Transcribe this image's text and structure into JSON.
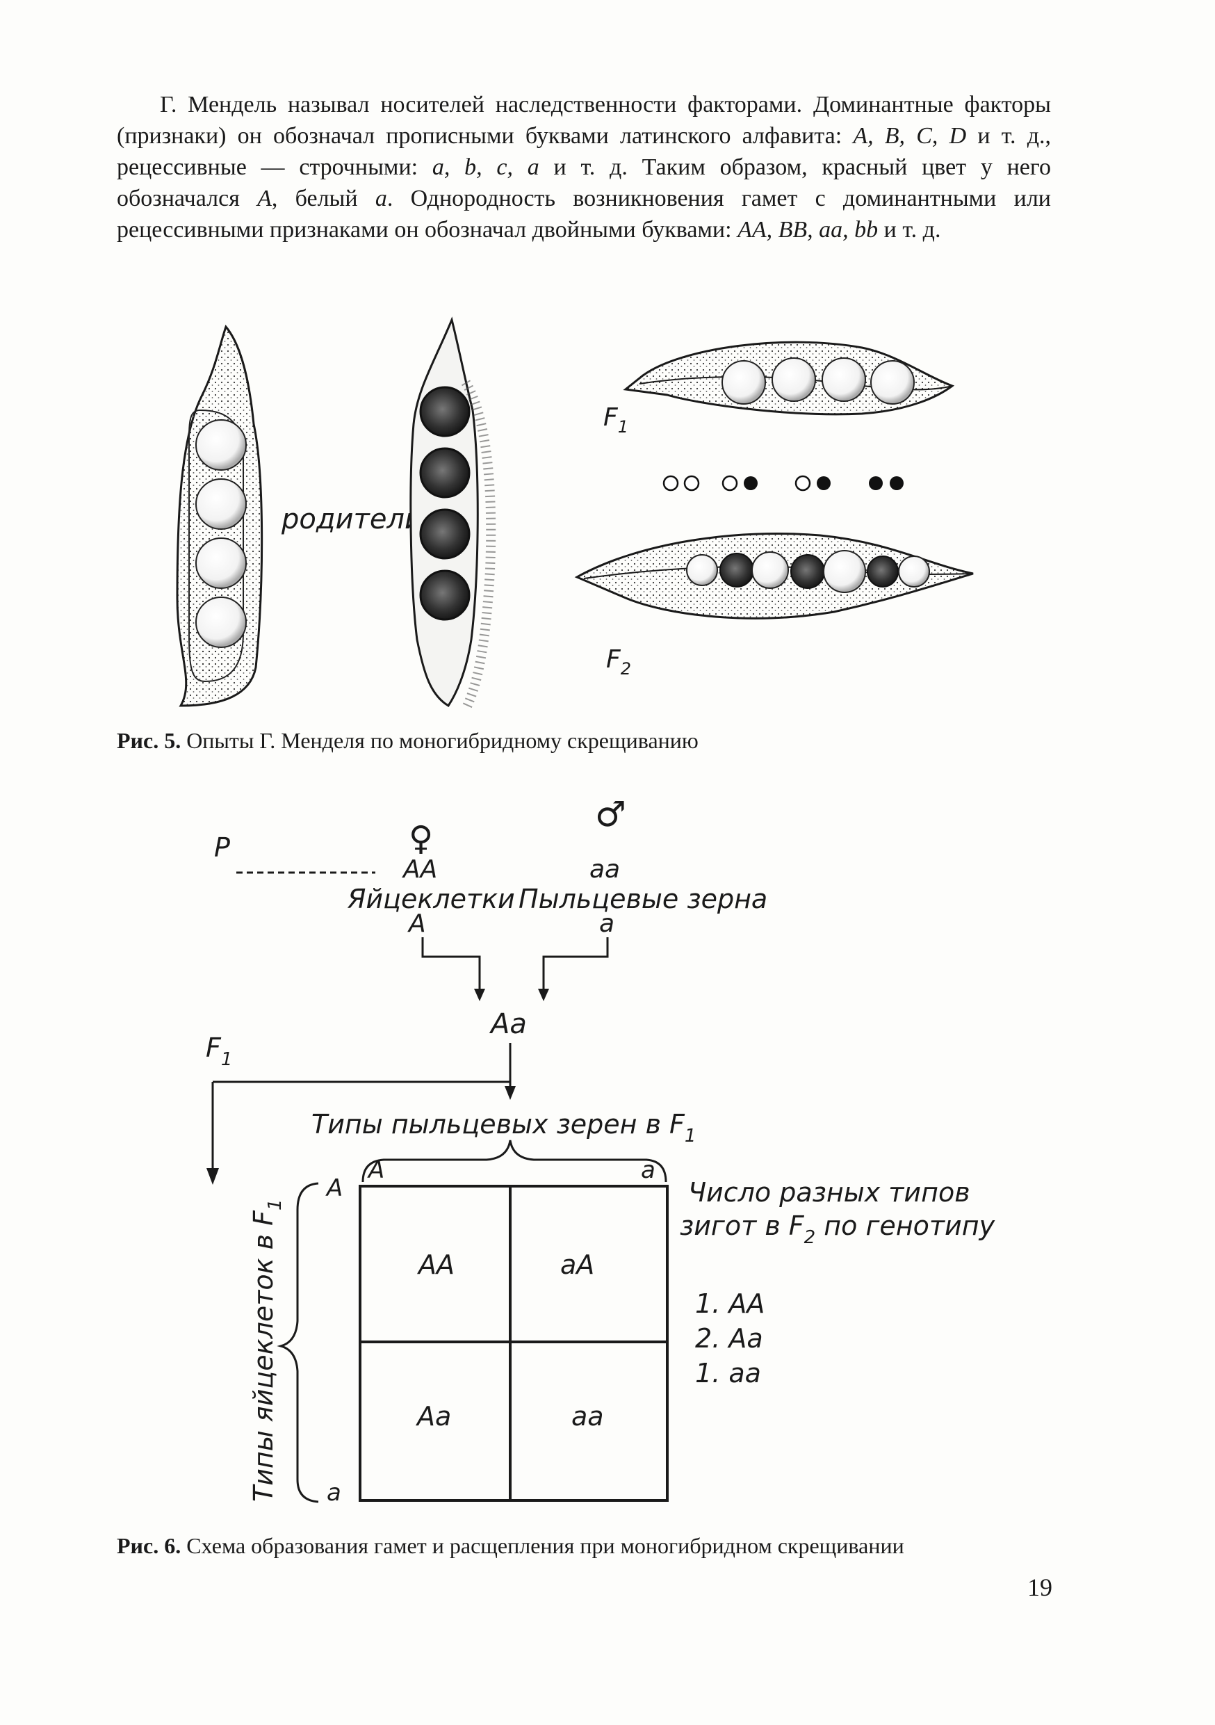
{
  "paragraph": {
    "s1": "Г. Мендель называл носителей наследственности факторами. Доминантные факторы (признаки) он обозначал прописными буквами латинского алфавита: ",
    "caps": "A, B, C, D",
    "s2": " и т. д., рецессивные — строчными: ",
    "lows": "a, b, c, a",
    "s3": " и т. д. Таким образом, красный цвет у него обозначался ",
    "red": "A",
    "s4": ", белый ",
    "white": "a",
    "s5": ". Однородность возникновения гамет с доминантными или рецессивными признаками он обозначал двойными буквами: ",
    "doubles": "AA, BB, aa, bb",
    "s6": " и т. д."
  },
  "fig5": {
    "parents_label": "родители",
    "f1_label": "F",
    "f1_sub": "1",
    "f2_label": "F",
    "f2_sub": "2",
    "caption_num": "Рис. 5.",
    "caption_text": " Опыты Г. Менделя по моногибридному скрещиванию"
  },
  "fig6": {
    "p_label": "P",
    "female_symbol": "♀",
    "male_symbol": "♂",
    "female_genotype": "AA",
    "male_genotype": "aa",
    "eggs_label": "Яйцеклетки",
    "pollen_label": "Пыльцевые зерна",
    "egg_gamete": "A",
    "pollen_gamete": "a",
    "f1_genotype": "Aa",
    "f1_label": "F",
    "f1_sub": "1",
    "pollen_types": "Типы пыльцевых  зерен в F",
    "pollen_types_sub": "1",
    "col_headers": [
      "A",
      "a"
    ],
    "row_headers": [
      "A",
      "a"
    ],
    "egg_types": "Типы яйцеклеток в F",
    "egg_types_sub": "1",
    "cells": [
      "AA",
      "aA",
      "Aa",
      "aa"
    ],
    "count_title_1": "Число разных типов",
    "count_title_2": "зигот в F",
    "count_title_sub": "2",
    "count_title_3": " по генотипу",
    "counts": [
      "1. AA",
      "2. Aa",
      "1. aa"
    ],
    "caption_num": "Рис. 6.",
    "caption_text": " Схема образования гамет и расщепления при моногибридном скрещивании"
  },
  "page_number": "19"
}
